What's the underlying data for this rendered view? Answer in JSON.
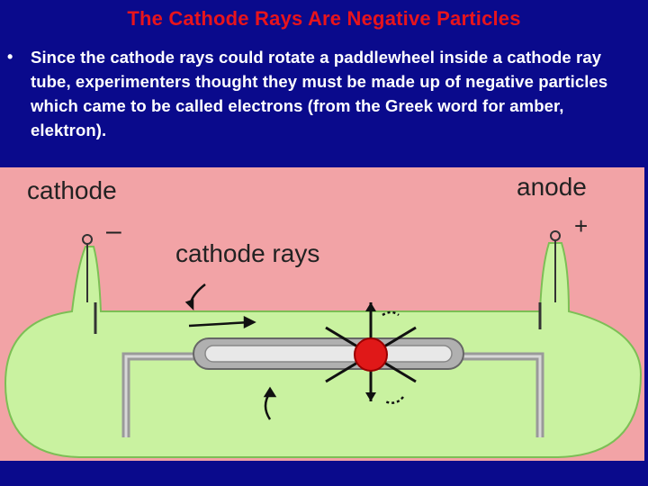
{
  "slide": {
    "title": "The Cathode Rays Are Negative Particles",
    "bullet_marker": "•",
    "bullet_text": "Since the cathode rays could rotate a paddlewheel inside a cathode ray tube, experimenters thought they must be made up of negative particles which came to be called electrons (from the Greek word for amber, elektron)."
  },
  "diagram": {
    "label_cathode": "cathode",
    "label_anode": "anode",
    "label_rays": "cathode rays",
    "sign_negative": "–",
    "sign_positive": "+"
  },
  "colors": {
    "background": "#0a0a8c",
    "title": "#e8141c",
    "text": "#ffffff",
    "diagram_bg": "#f2a3a6",
    "tube_fill": "#c9f2a0",
    "wheel_red": "#e01818",
    "rail_gray": "#9a9a9a"
  },
  "icons": [
    "paddlewheel-icon",
    "electrode-icon",
    "arrow-icon"
  ]
}
